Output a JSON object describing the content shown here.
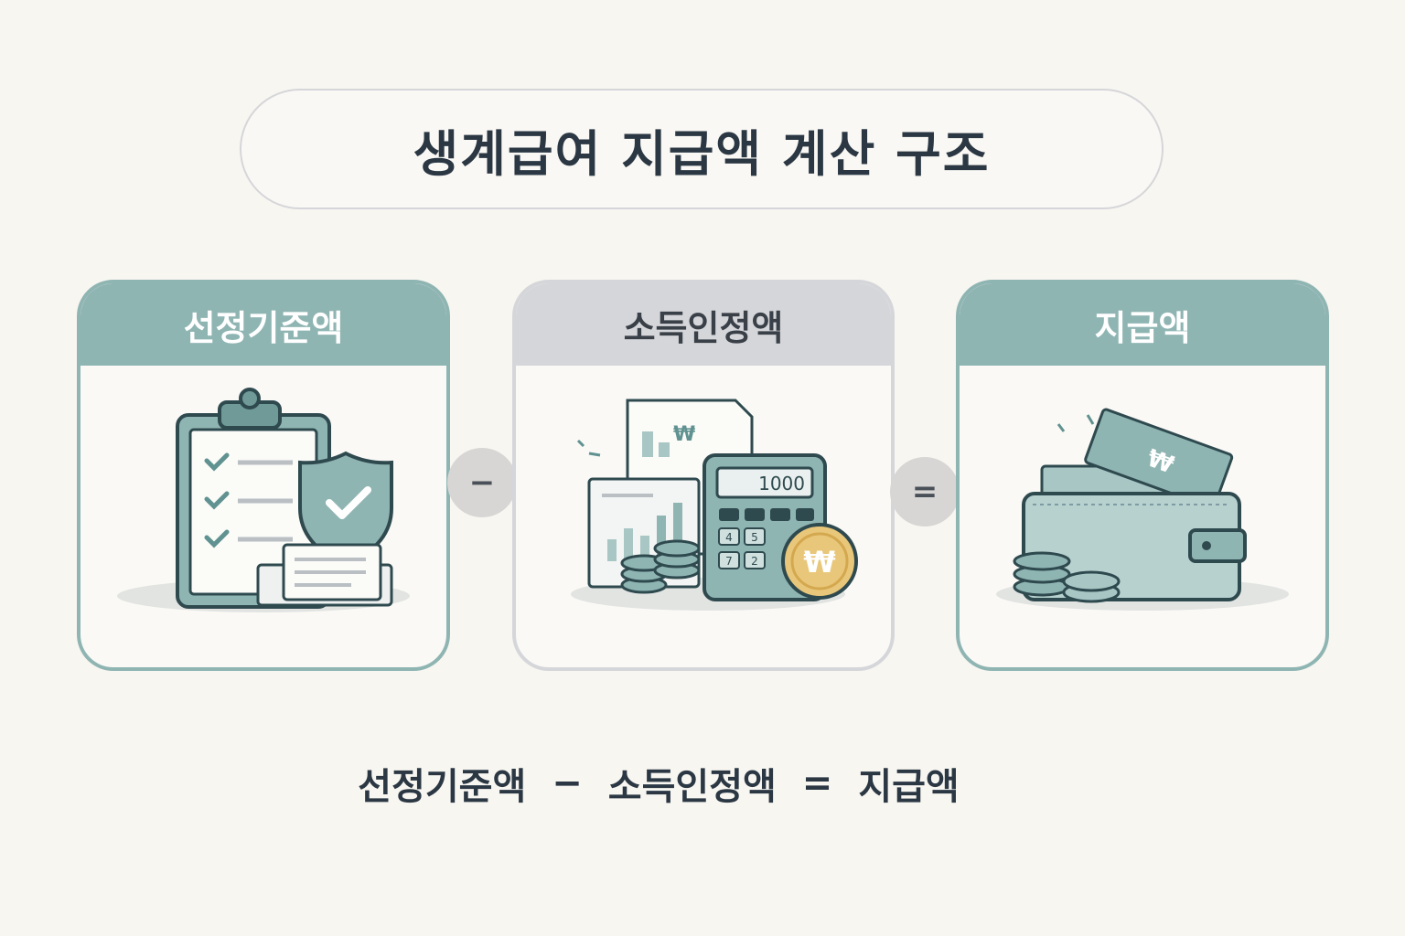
{
  "title": "생계급여 지급액 계산 구조",
  "cards": [
    {
      "label": "선정기준액"
    },
    {
      "label": "소득인정액"
    },
    {
      "label": "지급액"
    }
  ],
  "operators": {
    "minus": "−",
    "equals": "="
  },
  "illustrations": {
    "calculator_display": "1000",
    "currency_symbol": "₩",
    "calculator_keys": [
      "4",
      "5",
      "7",
      "2"
    ]
  },
  "formula": {
    "term1": "선정기준액",
    "op1": "−",
    "term2": "소득인정액",
    "op2": "=",
    "result": "지급액"
  },
  "icons": [
    "clipboard-icon",
    "shield-check-icon",
    "document-chart-icon",
    "calculator-icon",
    "coin-stack-icon",
    "won-coin-icon",
    "wallet-icon",
    "banknote-icon"
  ],
  "colors": {
    "teal": "#8fb5b3",
    "gray": "#d5d6da",
    "gold": "#e9c77a",
    "ink": "#2b3844"
  }
}
